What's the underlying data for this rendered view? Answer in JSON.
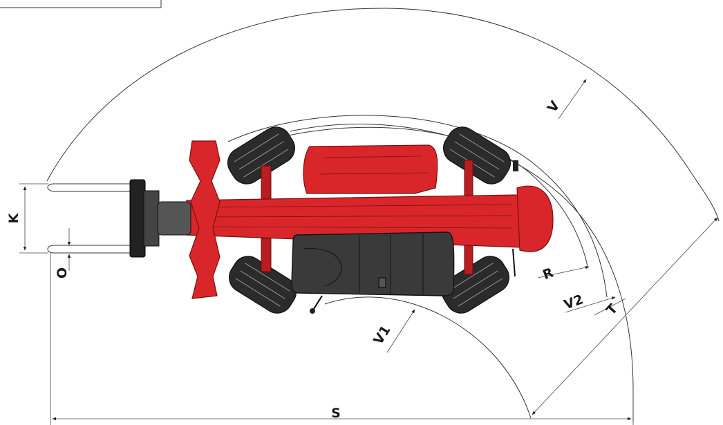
{
  "labels": {
    "k": "K",
    "o": "O",
    "s": "S",
    "r": "R",
    "t": "T",
    "v": "V",
    "v1": "V1",
    "v2": "V2"
  },
  "colors": {
    "machine_red": "#d9262b",
    "cab_dark": "#3a3a3a",
    "tyre": "#2b2b2b",
    "line": "#333333"
  }
}
